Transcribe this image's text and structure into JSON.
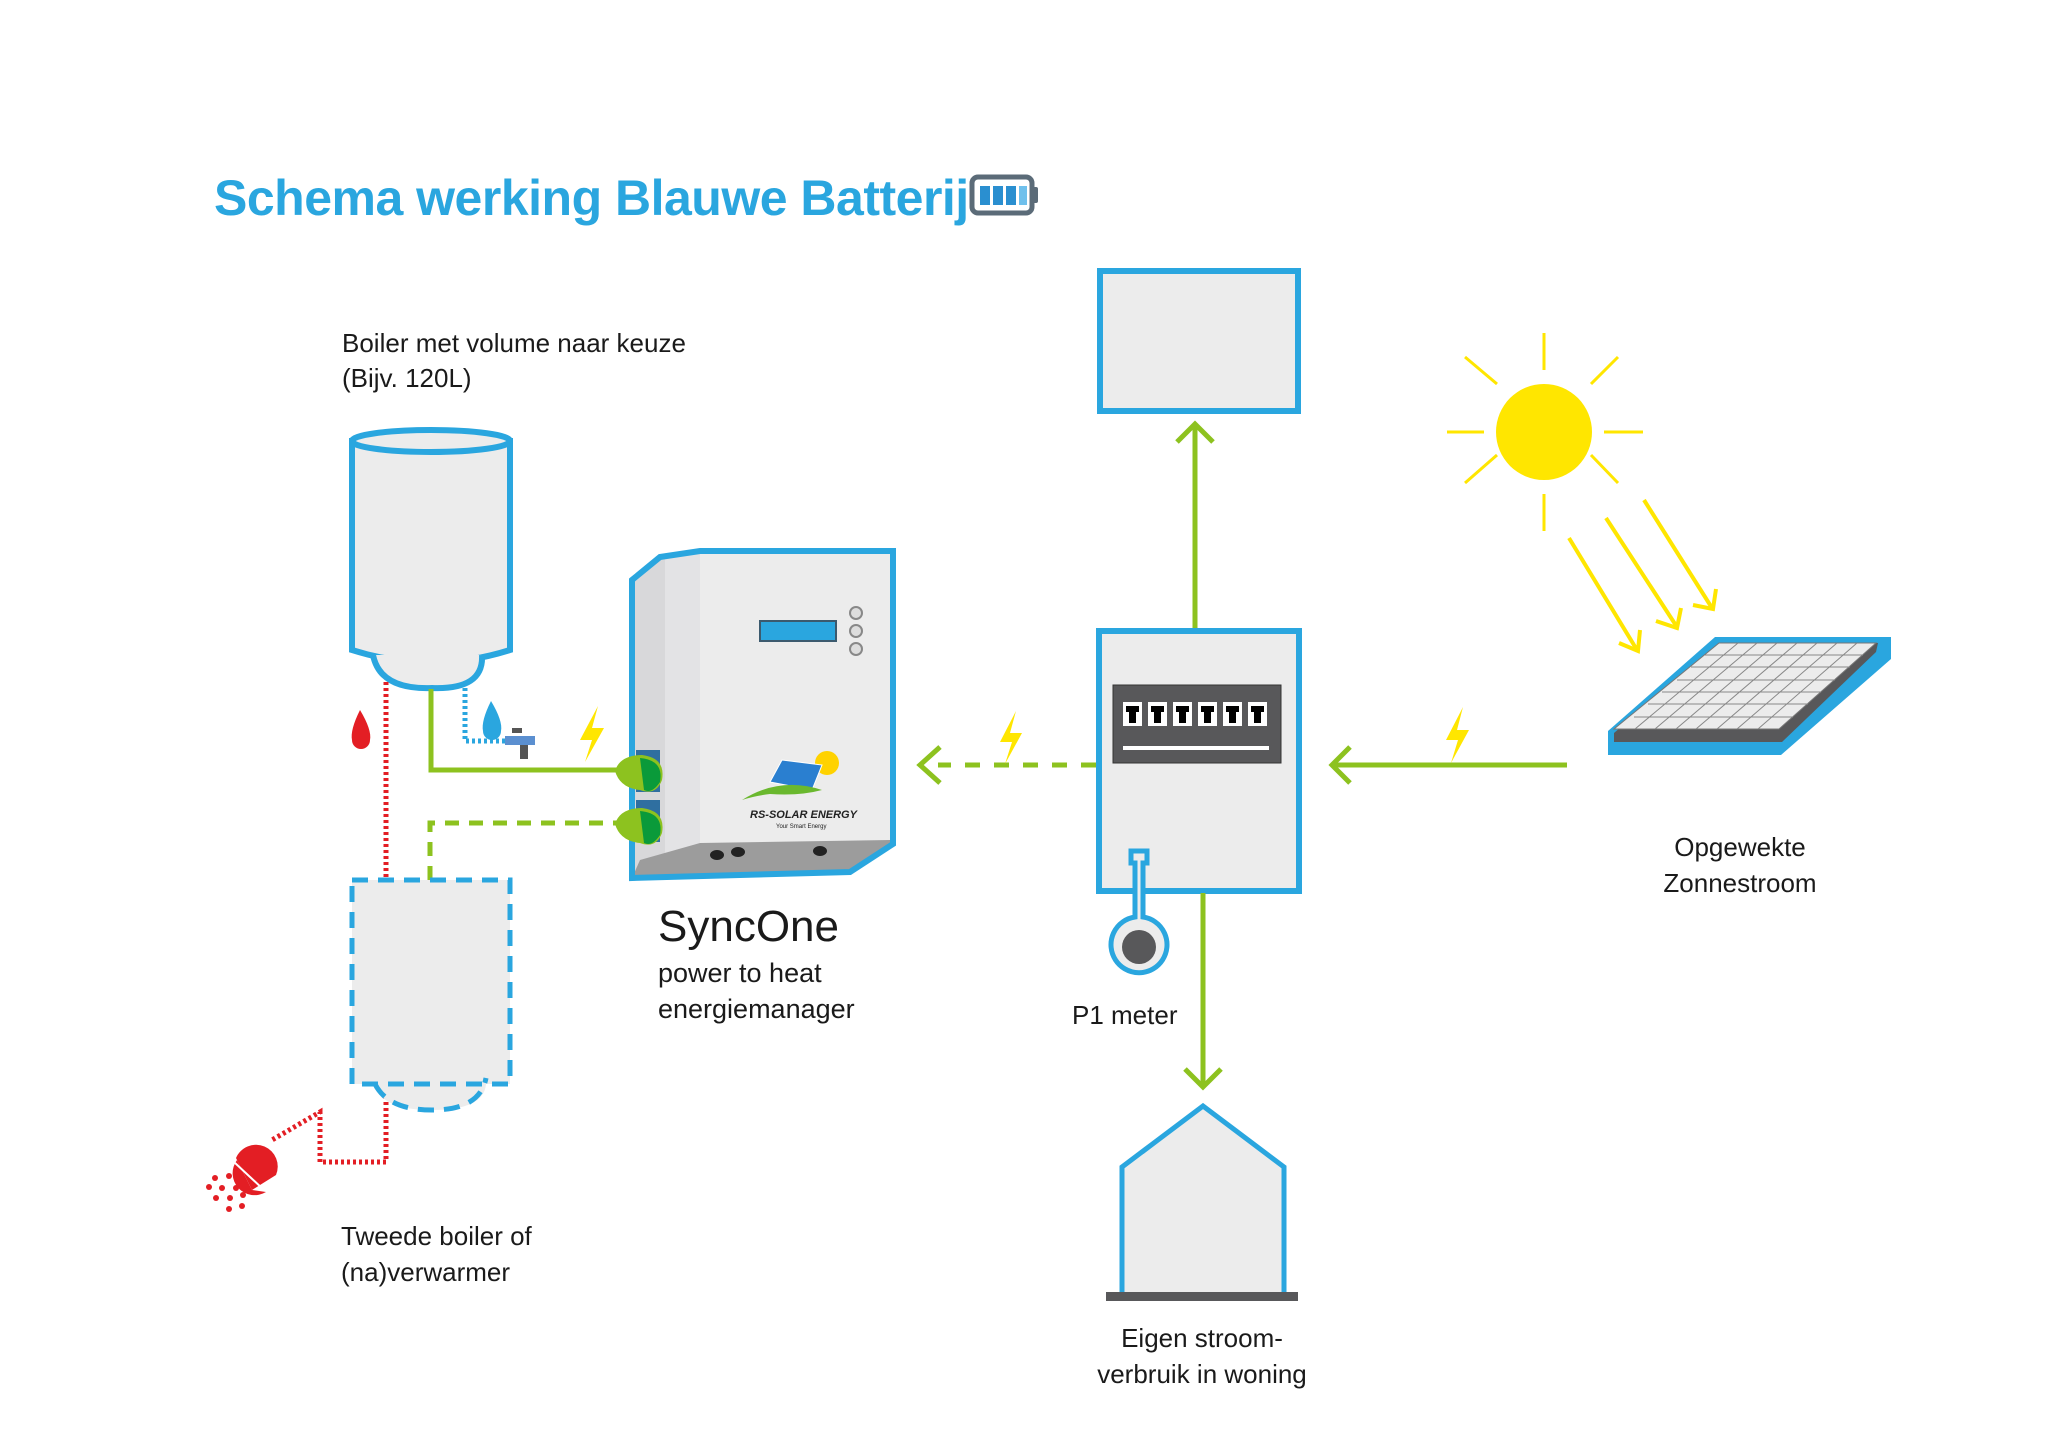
{
  "title": "Schema werking Blauwe Batterij",
  "colors": {
    "blue": "#2aa6df",
    "green": "#8dc21f",
    "yellow": "#ffe600",
    "red": "#e31e24",
    "fill": "#ececec",
    "dark": "#58585a"
  },
  "labels": {
    "boiler_line1": "Boiler met volume naar keuze",
    "boiler_line2": "(Bijv. 120L)",
    "syncone_name": "SyncOne",
    "syncone_line1": "power to heat",
    "syncone_line2": "energiemanager",
    "p1_meter": "P1 meter",
    "solar_line1": "Opgewekte",
    "solar_line2": "Zonnestroom",
    "house_line1": "Eigen stroom-",
    "house_line2": "verbruik in woning",
    "second_boiler_line1": "Tweede boiler of",
    "second_boiler_line2": "(na)verwarmer"
  },
  "brand": {
    "name": "RS-SOLAR ENERGY",
    "slogan": "Your Smart Energy"
  },
  "icons": [
    "battery-icon",
    "sun-icon",
    "solar-panel-icon",
    "lightning-icon",
    "hot-water-drop-icon",
    "cold-water-drop-icon",
    "tap-icon",
    "shower-icon",
    "house-icon",
    "p1-meter-icon",
    "breaker-icon"
  ]
}
